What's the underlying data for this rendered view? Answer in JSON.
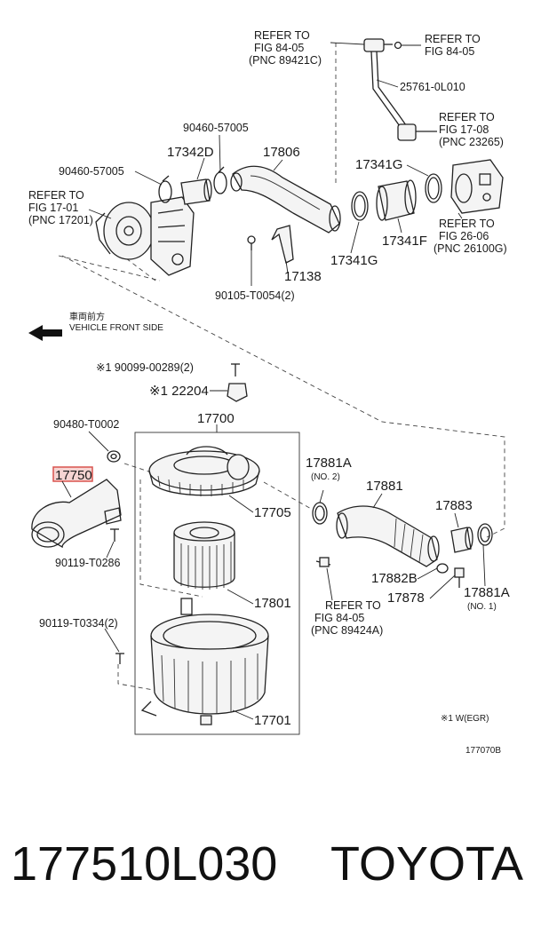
{
  "labels": {
    "refer_84_05_top": [
      "REFER TO",
      "FIG 84-05",
      "(PNC 89421C)"
    ],
    "refer_84_05_right": [
      "REFER TO",
      "FIG 84-05"
    ],
    "p25761": "25761-0L010",
    "refer_17_08": [
      "REFER TO",
      "FIG 17-08",
      "(PNC 23265)"
    ],
    "p90460_top": "90460-57005",
    "p17342d": "17342D",
    "p17806": "17806",
    "p90460_left": "90460-57005",
    "refer_17_01": [
      "REFER TO",
      "FIG 17-01",
      "(PNC 17201)"
    ],
    "p17341g_top": "17341G",
    "p17341f": "17341F",
    "p17341g_bottom": "17341G",
    "refer_26_06": [
      "REFER TO",
      "FIG 26-06",
      "(PNC 26100G)"
    ],
    "p17138": "17138",
    "p90105": "90105-T0054(2)",
    "front_jp": "車両前方",
    "front_en": "VEHICLE FRONT SIDE",
    "p90099": "※1 90099-00289(2)",
    "p22204": "※1 22204",
    "p17700": "17700",
    "p90480": "90480-T0002",
    "p17750": "17750",
    "p17705": "17705",
    "p90119_t0286": "90119-T0286",
    "p17801": "17801",
    "p90119_t0334": "90119-T0334(2)",
    "p17701": "17701",
    "p17881a_top": "17881A",
    "no2": "(NO. 2)",
    "p17881": "17881",
    "p17883": "17883",
    "p17882b": "17882B",
    "p17878": "17878",
    "p17881a_bottom": "17881A",
    "no1": "(NO. 1)",
    "refer_84_05_bottom": [
      "REFER TO",
      "FIG 84-05",
      "(PNC 89424A)"
    ],
    "note_egr": "※1 W(EGR)",
    "fig_code": "177070B"
  },
  "footer": {
    "part_number": "177510L030",
    "brand": "TOYOTA"
  },
  "colors": {
    "highlight_box": "#d9534f",
    "highlight_fill": "#f6d5d3"
  }
}
